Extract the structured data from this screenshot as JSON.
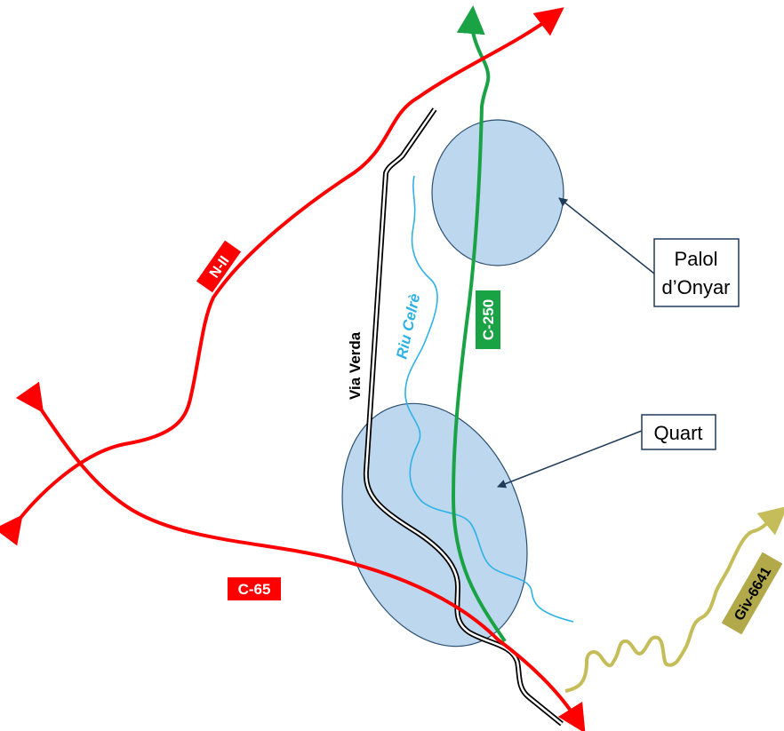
{
  "colors": {
    "red_road": "#ff0000",
    "green_road": "#1aa345",
    "olive_road": "#c4bd59",
    "olive_label": "#b1a94a",
    "river": "#2eb2e6",
    "area_fill": "#bdd7ee",
    "area_stroke": "#2b4f72",
    "rail": "#000000",
    "callout_arrow": "#1f3b5a"
  },
  "roads": {
    "n2": {
      "label": "N-II"
    },
    "c65": {
      "label": "C-65"
    },
    "c250": {
      "label": "C-250"
    },
    "giv6641": {
      "label": "Giv-6641"
    }
  },
  "via_verda": {
    "label": "Via Verda"
  },
  "river": {
    "label": "Riu Celrè"
  },
  "places": {
    "palol": {
      "line1": "Palol",
      "line2": "d’Onyar"
    },
    "quart": {
      "label": "Quart"
    }
  }
}
